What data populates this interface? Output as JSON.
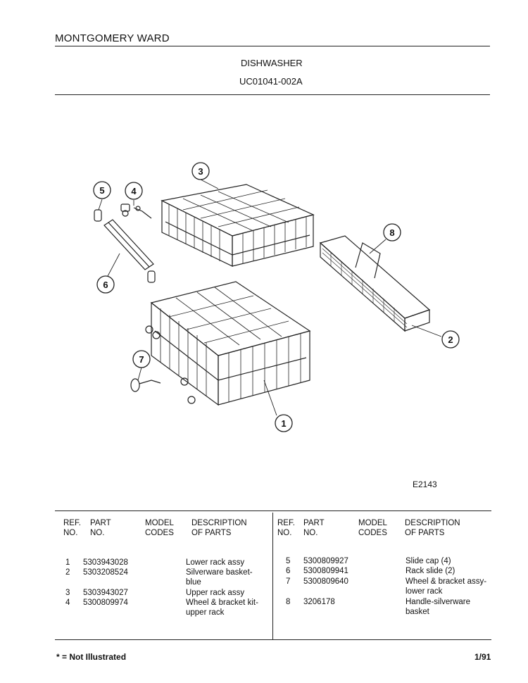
{
  "header": {
    "brand": "MONTGOMERY WARD",
    "product": "DISHWASHER",
    "model_code": "UC01041-002A"
  },
  "diagram": {
    "figure_code": "E2143",
    "callouts": [
      "1",
      "2",
      "3",
      "4",
      "5",
      "6",
      "7",
      "8"
    ]
  },
  "parts_table": {
    "headers_left": {
      "ref_1": "REF.",
      "ref_2": "NO.",
      "part_1": "PART",
      "part_2": "NO.",
      "model_1": "MODEL",
      "model_2": "CODES",
      "desc_1": "DESCRIPTION",
      "desc_2": "OF PARTS"
    },
    "headers_right": {
      "ref_1": "REF.",
      "ref_2": "NO.",
      "part_1": "PART",
      "part_2": "NO.",
      "model_1": "MODEL",
      "model_2": "CODES",
      "desc_1": "DESCRIPTION",
      "desc_2": "OF PARTS"
    },
    "rows_left": [
      {
        "ref": "1",
        "part": "5303943028",
        "desc_1": "Lower rack assy",
        "desc_2": ""
      },
      {
        "ref": "2",
        "part": "5303208524",
        "desc_1": "Silverware basket-",
        "desc_2": "blue"
      },
      {
        "ref": "3",
        "part": "5303943027",
        "desc_1": "Upper rack assy",
        "desc_2": ""
      },
      {
        "ref": "4",
        "part": "5300809974",
        "desc_1": "Wheel & bracket kit-",
        "desc_2": "upper rack"
      }
    ],
    "rows_right": [
      {
        "ref": "5",
        "part": "5300809927",
        "desc_1": "Slide cap (4)",
        "desc_2": ""
      },
      {
        "ref": "6",
        "part": "5300809941",
        "desc_1": "Rack slide (2)",
        "desc_2": ""
      },
      {
        "ref": "7",
        "part": "5300809640",
        "desc_1": "Wheel & bracket assy-",
        "desc_2": "lower rack"
      },
      {
        "ref": "8",
        "part": "3206178",
        "desc_1": "Handle-silverware",
        "desc_2": "basket"
      }
    ]
  },
  "footer": {
    "note": "* = Not Illustrated",
    "date": "1/91"
  }
}
